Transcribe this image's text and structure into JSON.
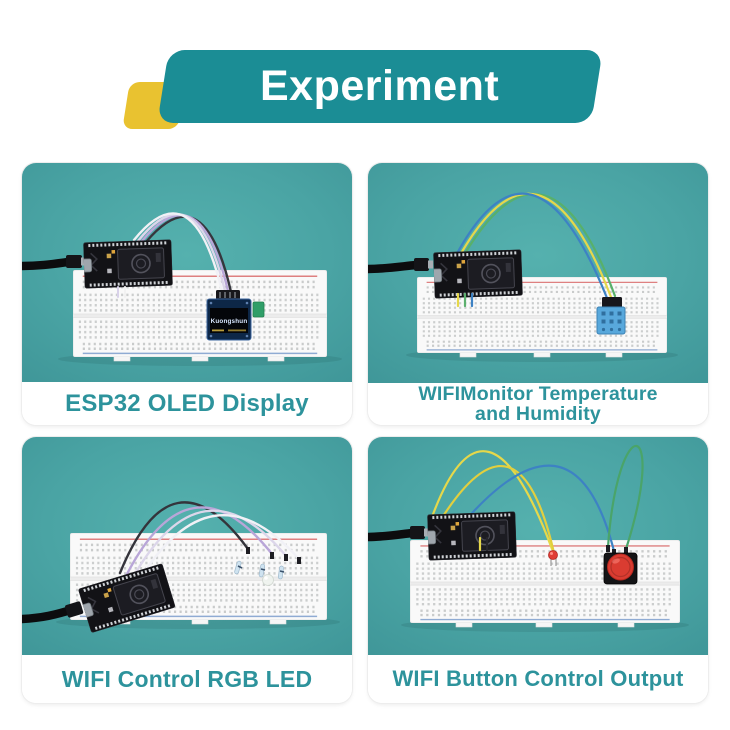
{
  "header": {
    "title": "Experiment"
  },
  "panels": [
    {
      "name": "esp32-oled-display",
      "caption_lines": [
        "ESP32 OLED Display"
      ],
      "oled_label": "Kuongshun"
    },
    {
      "name": "wifi-monitor-temperature-and-humidity",
      "caption_lines": [
        "WIFIMonitor Temperature",
        "and Humidity"
      ]
    },
    {
      "name": "wifi-control-rgb-led",
      "caption_lines": [
        "WIFI Control RGB LED"
      ]
    },
    {
      "name": "wifi-button-control-output",
      "caption_lines": [
        "WIFI Button Control Output"
      ]
    }
  ],
  "colors": {
    "banner_teal": "#1b8d95",
    "accent_yellow": "#e9c230",
    "photo_teal": "#4aa4a4",
    "caption_teal": "#2d939c",
    "page_background": "#ffffff"
  }
}
